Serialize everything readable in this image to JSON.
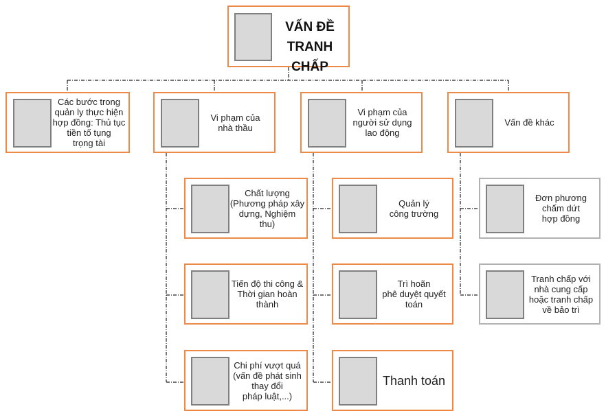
{
  "root": {
    "title": "VẤN ĐỀ\nTRANH CHẤP"
  },
  "level1": [
    {
      "label": "Các bước trong\nquản ly thực hiện\nhợp đồng: Thủ tục\ntiền tố tụng\ntrọng tài"
    },
    {
      "label": "Vi phạm của\nnhà thầu"
    },
    {
      "label": "Vi phạm của\nngười sử dụng\nlao động"
    },
    {
      "label": "Vấn đề khác"
    }
  ],
  "contractor_items": [
    {
      "label": "Chất lượng\n(Phương pháp xây\ndựng, Nghiệm\nthu)"
    },
    {
      "label": "Tiến độ thi công &\nThời gian hoàn\nthành"
    },
    {
      "label": "Chi phí vượt quá\n(vấn đề phát sinh\nthay đổi\npháp luật,...)"
    }
  ],
  "employer_items": [
    {
      "label": "Quản lý\ncông trường"
    },
    {
      "label": "Trì hoãn\nphê duyệt quyết\ntoán"
    },
    {
      "label": "Thanh toán"
    }
  ],
  "other_items": [
    {
      "label": "Đơn phương\nchấm dứt\nhợp đồng"
    },
    {
      "label": "Tranh chấp với\nnhà cung cấp\nhoặc tranh chấp\nvề bảo trì"
    }
  ],
  "colors": {
    "accent_border": "#ee8a48",
    "gray_border": "#b2b2b2",
    "thumb_fill": "#d9d9d9"
  }
}
